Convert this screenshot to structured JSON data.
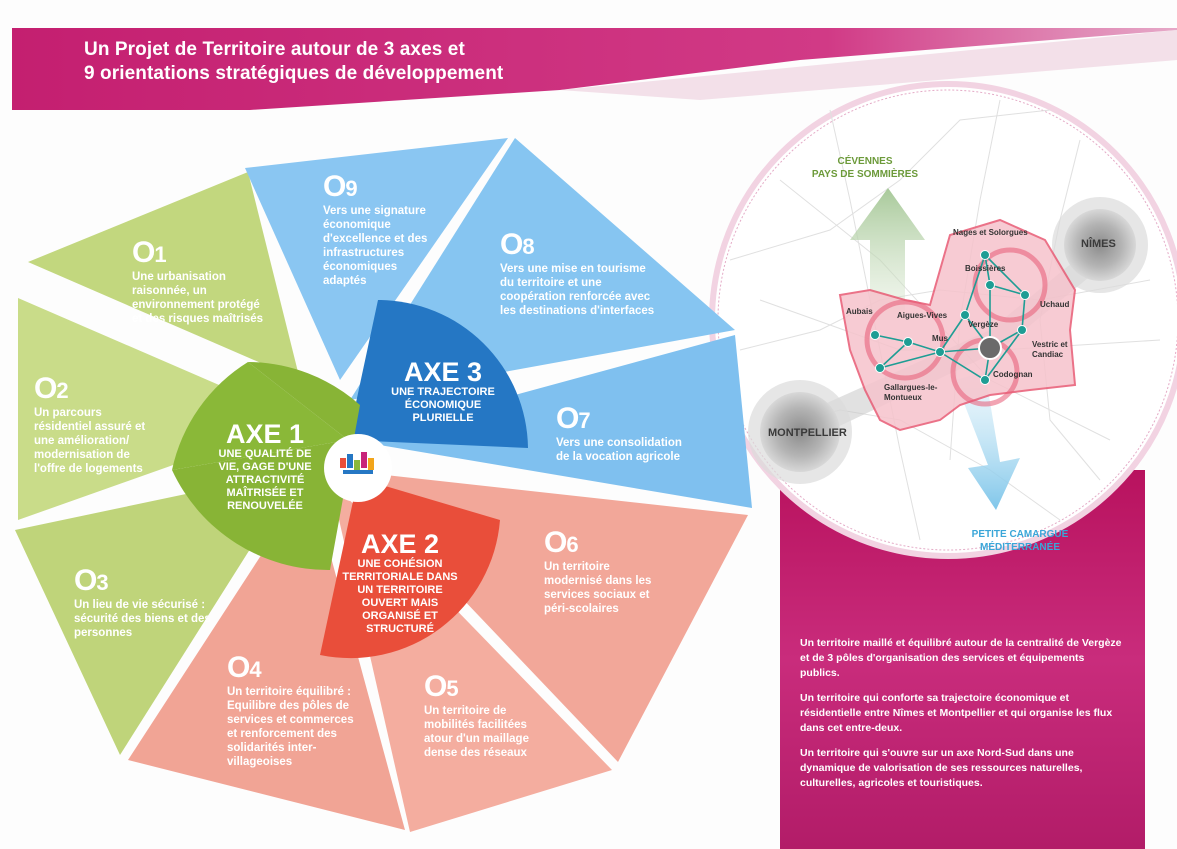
{
  "title": {
    "line1": "Un Projet de Territoire autour de 3 axes et",
    "line2": "9 orientations stratégiques de développement"
  },
  "colors": {
    "magenta": "#c8247a",
    "green_dark": "#7cab2f",
    "green_light": "#c4d97a",
    "blue_dark": "#1f72c1",
    "blue_light": "#7dbef0",
    "orange_dark": "#e7503a",
    "salmon_light": "#f3a899"
  },
  "axes": [
    {
      "id": "axe1",
      "title": "AXE 1",
      "subtitle_lines": [
        "UNE QUALITÉ DE",
        "VIE, GAGE D'UNE",
        "ATTRACTIVITÉ",
        "MAÎTRISÉE ET",
        "RENOUVELÉE"
      ]
    },
    {
      "id": "axe2",
      "title": "AXE 2",
      "subtitle_lines": [
        "UNE COHÉSION",
        "TERRITORIALE DANS",
        "UN TERRITOIRE",
        "OUVERT MAIS",
        "ORGANISÉ ET",
        "STRUCTURÉ"
      ]
    },
    {
      "id": "axe3",
      "title": "AXE 3",
      "subtitle_lines": [
        "UNE TRAJECTOIRE",
        "ÉCONOMIQUE",
        "PLURIELLE"
      ]
    }
  ],
  "orientations": [
    {
      "id": "o1",
      "o": "O",
      "digit": "1",
      "lines": [
        "Une urbanisation",
        "raisonnée, un",
        "environnement protégé",
        "et des risques maîtrisés"
      ]
    },
    {
      "id": "o2",
      "o": "O",
      "digit": "2",
      "lines": [
        "Un parcours",
        "résidentiel assuré et",
        "une amélioration/",
        "modernisation de",
        "l'offre de logements"
      ]
    },
    {
      "id": "o3",
      "o": "O",
      "digit": "3",
      "lines": [
        "Un lieu de vie sécurisé :",
        "sécurité des biens et des",
        "personnes"
      ]
    },
    {
      "id": "o4",
      "o": "O",
      "digit": "4",
      "lines": [
        "Un territoire équilibré :",
        "Equilibre des pôles de",
        "services et commerces",
        "et renforcement des",
        "solidarités inter-",
        "villageoises"
      ]
    },
    {
      "id": "o5",
      "o": "O",
      "digit": "5",
      "lines": [
        "Un territoire de",
        "mobilités facilitées",
        "atour d'un maillage",
        "dense des réseaux"
      ]
    },
    {
      "id": "o6",
      "o": "O",
      "digit": "6",
      "lines": [
        "Un territoire",
        "modernisé dans les",
        "services sociaux et",
        "péri-scolaires"
      ]
    },
    {
      "id": "o7",
      "o": "O",
      "digit": "7",
      "lines": [
        "Vers une consolidation",
        "de la vocation agricole"
      ]
    },
    {
      "id": "o8",
      "o": "O",
      "digit": "8",
      "lines": [
        "Vers une mise en tourisme",
        "du territoire et une",
        "coopération renforcée avec",
        "les destinations d'interfaces"
      ]
    },
    {
      "id": "o9",
      "o": "O",
      "digit": "9",
      "lines": [
        "Vers une signature",
        "économique",
        "d'excellence et des",
        "infrastructures",
        "économiques",
        "adaptés"
      ]
    }
  ],
  "map": {
    "north_label": [
      "CÉVENNES",
      "PAYS DE SOMMIÈRES"
    ],
    "south_label": [
      "PETITE CAMARGUE",
      "MÉDITERRANÉE"
    ],
    "east_city": "NÎMES",
    "west_city": "MONTPELLIER",
    "towns": [
      "Nages et Solorgues",
      "Boissières",
      "Uchaud",
      "Aubais",
      "Aigues-Vives",
      "Vergèze",
      "Mus",
      "Vestric et Candiac",
      "Codognan",
      "Gallargues-le-Montueux"
    ]
  },
  "sidebar": {
    "paragraphs": [
      "Un territoire maillé et équilibré autour de la centralité de Vergèze et de 3 pôles d'organisation des services et équipements publics.",
      "Un territoire qui conforte sa trajectoire économique et résidentielle entre Nîmes et Montpellier et qui organise les flux dans cet entre-deux.",
      "Un territoire qui s'ouvre sur un axe Nord-Sud dans une dynamique de valorisation de ses ressources naturelles, culturelles, agricoles et touristiques."
    ]
  }
}
